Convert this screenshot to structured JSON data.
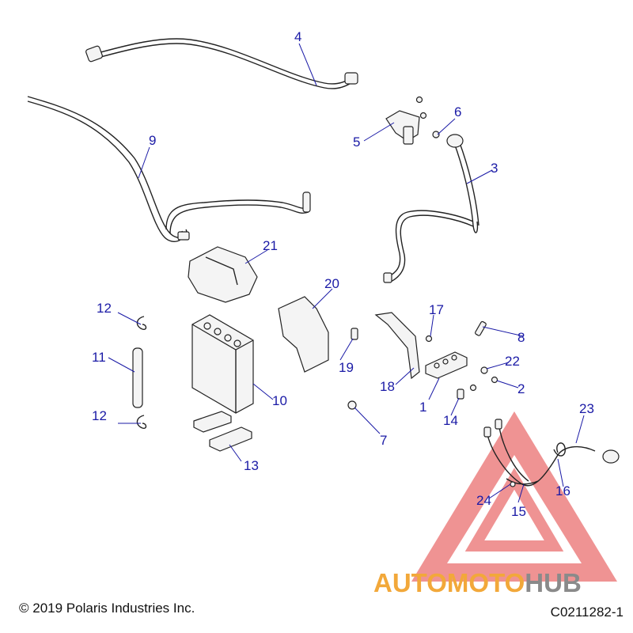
{
  "callouts": [
    {
      "id": "1",
      "label": "1"
    },
    {
      "id": "2",
      "label": "2"
    },
    {
      "id": "3",
      "label": "3"
    },
    {
      "id": "4",
      "label": "4"
    },
    {
      "id": "5",
      "label": "5"
    },
    {
      "id": "6",
      "label": "6"
    },
    {
      "id": "7",
      "label": "7"
    },
    {
      "id": "8",
      "label": "8"
    },
    {
      "id": "9",
      "label": "9"
    },
    {
      "id": "10",
      "label": "10"
    },
    {
      "id": "11",
      "label": "11"
    },
    {
      "id": "12a",
      "label": "12"
    },
    {
      "id": "12b",
      "label": "12"
    },
    {
      "id": "13",
      "label": "13"
    },
    {
      "id": "14",
      "label": "14"
    },
    {
      "id": "15",
      "label": "15"
    },
    {
      "id": "16",
      "label": "16"
    },
    {
      "id": "17",
      "label": "17"
    },
    {
      "id": "18",
      "label": "18"
    },
    {
      "id": "19",
      "label": "19"
    },
    {
      "id": "20",
      "label": "20"
    },
    {
      "id": "21",
      "label": "21"
    },
    {
      "id": "22",
      "label": "22"
    },
    {
      "id": "23",
      "label": "23"
    },
    {
      "id": "24",
      "label": "24"
    }
  ],
  "footer": {
    "copyright": "© 2019 Polaris Industries Inc.",
    "figure_code": "C0211282-1"
  },
  "watermark": {
    "part1": "AUTO",
    "part2": "MOTO",
    "part3": "HUB"
  },
  "colors": {
    "callout": "#1a1aa6",
    "watermark_red": "#e23b3b",
    "watermark_orange": "#f2a83a",
    "watermark_gray": "#8a8a8a"
  }
}
